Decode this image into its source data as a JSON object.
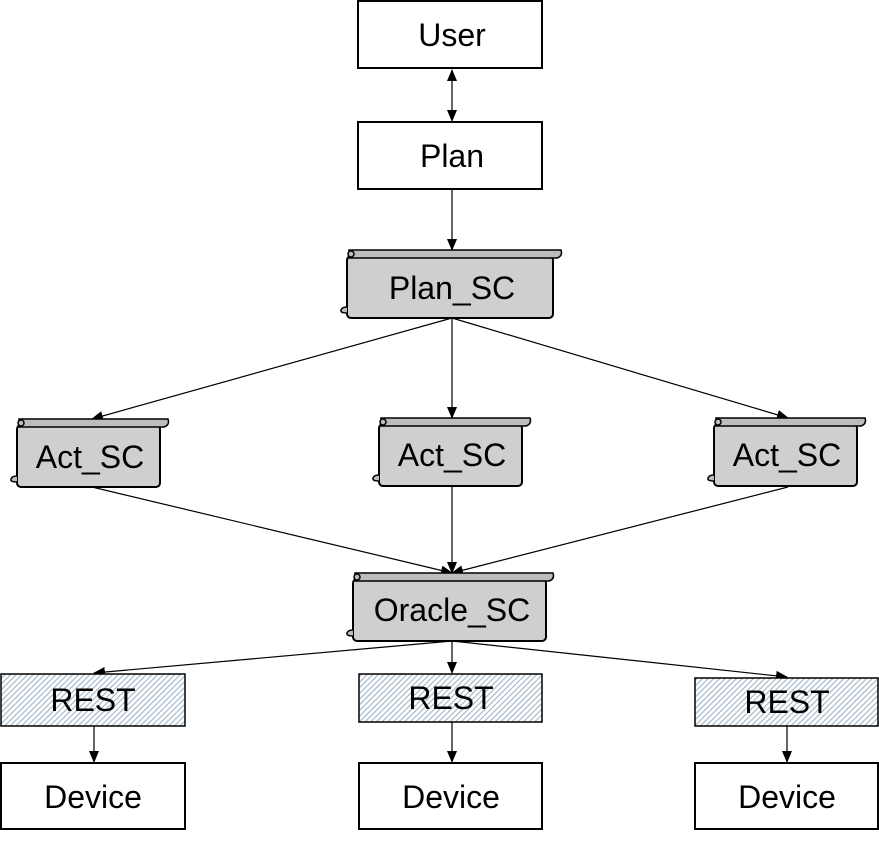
{
  "nodes": {
    "user": "User",
    "plan": "Plan",
    "plan_sc": "Plan_SC",
    "act_sc_left": "Act_SC",
    "act_sc_center": "Act_SC",
    "act_sc_right": "Act_SC",
    "oracle_sc": "Oracle_SC",
    "rest_left": "REST",
    "rest_center": "REST",
    "rest_right": "REST",
    "device_left": "Device",
    "device_center": "Device",
    "device_right": "Device"
  },
  "colors": {
    "scroll_fill": "#d0cece",
    "rest_hatch": "#9fb4c6",
    "stroke": "#000000",
    "box_fill": "#ffffff"
  },
  "shapes": {
    "user": "rectangle",
    "plan": "rectangle",
    "smart_contracts": "scroll",
    "rest": "hatched-rectangle",
    "device": "rectangle"
  },
  "edges": [
    {
      "from": "user",
      "to": "plan",
      "direction": "both"
    },
    {
      "from": "plan",
      "to": "plan_sc",
      "direction": "forward"
    },
    {
      "from": "plan_sc",
      "to": "act_sc_left",
      "direction": "forward"
    },
    {
      "from": "plan_sc",
      "to": "act_sc_center",
      "direction": "forward"
    },
    {
      "from": "plan_sc",
      "to": "act_sc_right",
      "direction": "forward"
    },
    {
      "from": "act_sc_left",
      "to": "oracle_sc",
      "direction": "forward"
    },
    {
      "from": "act_sc_center",
      "to": "oracle_sc",
      "direction": "forward"
    },
    {
      "from": "act_sc_right",
      "to": "oracle_sc",
      "direction": "forward"
    },
    {
      "from": "oracle_sc",
      "to": "rest_left",
      "direction": "forward"
    },
    {
      "from": "oracle_sc",
      "to": "rest_center",
      "direction": "forward"
    },
    {
      "from": "oracle_sc",
      "to": "rest_right",
      "direction": "forward"
    },
    {
      "from": "rest_left",
      "to": "device_left",
      "direction": "forward"
    },
    {
      "from": "rest_center",
      "to": "device_center",
      "direction": "forward"
    },
    {
      "from": "rest_right",
      "to": "device_right",
      "direction": "forward"
    }
  ]
}
